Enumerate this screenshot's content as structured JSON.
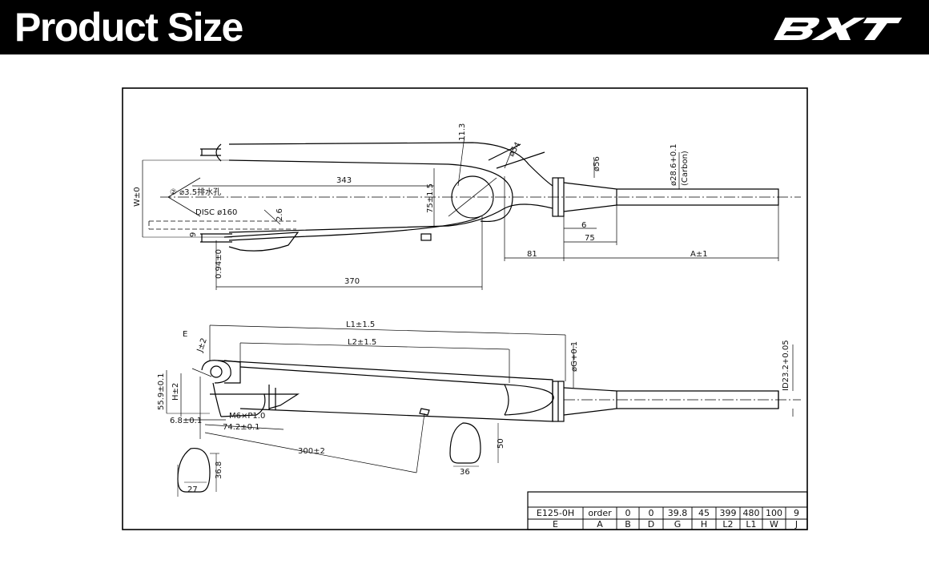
{
  "header": {
    "title": "Product Size",
    "brand": "BXT",
    "background_color": "#000000",
    "text_color": "#ffffff"
  },
  "drawing": {
    "side_view": {
      "dim_343": "343",
      "dim_370": "370",
      "dim_disc": "DISC  ø160",
      "dim_hole": "② ⌀3.5排水孔",
      "dim_w": "W±0",
      "dim_2_6": "2.6",
      "dim_9": "9",
      "dim_094": "0.94±0",
      "dim_75_15": "75±1.5",
      "dim_11_3": "11.3",
      "dim_54": "ø54",
      "dim_56": "ø56",
      "dim_28_6": "ø28.6+0.1",
      "dim_carbon": "(Carbon)",
      "dim_6": "6",
      "dim_75": "75",
      "dim_81": "81",
      "dim_a": "A±1"
    },
    "front_view": {
      "dim_l1": "L1±1.5",
      "dim_l2": "L2±1.5",
      "dim_e": "E",
      "dim_jr": "J±2",
      "dim_h": "H±2",
      "dim_55_9": "55.9±0.1",
      "dim_6_8": "6.8±0.1",
      "dim_74_2": "74.2±0.1",
      "dim_m6": "M6×P1.0",
      "dim_300": "300±2",
      "dim_g": "øG+0.1",
      "dim_id": "ID23.2+0.05",
      "dim_36_8": "36.8",
      "dim_27": "27",
      "dim_50": "50",
      "dim_36": "36"
    },
    "table": {
      "values": [
        "E125-0H",
        "order",
        "0",
        "0",
        "39.8",
        "45",
        "399",
        "480",
        "100",
        "9"
      ],
      "headers": [
        "E",
        "A",
        "B",
        "D",
        "G",
        "H",
        "L2",
        "L1",
        "W",
        "J"
      ]
    }
  }
}
